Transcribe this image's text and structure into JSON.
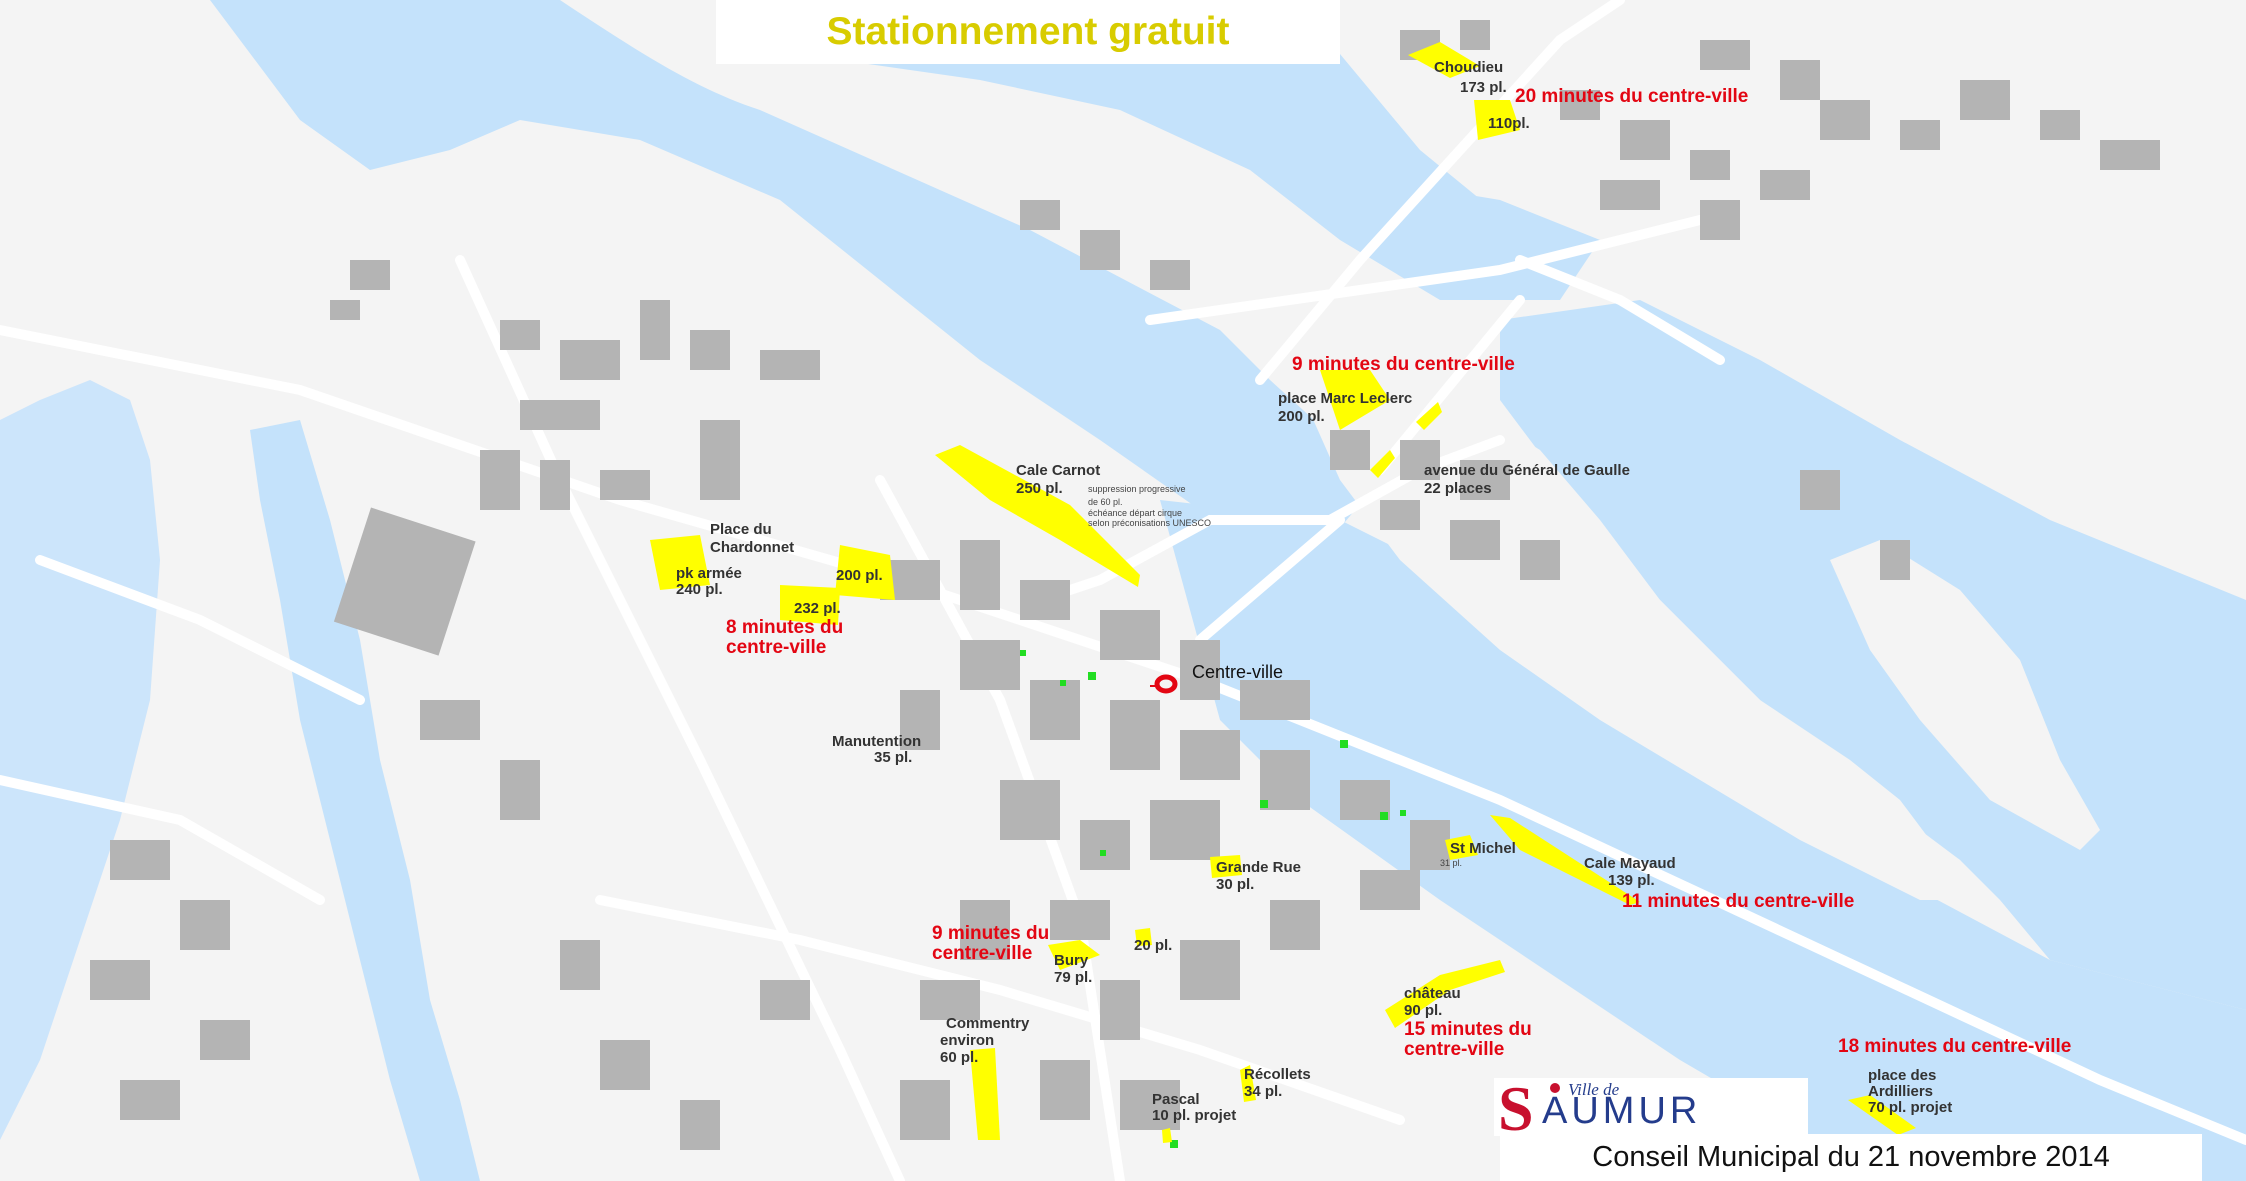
{
  "title": "Stationnement gratuit",
  "footer": "Conseil Municipal du 21 novembre 2014",
  "logo": {
    "prefix": "Ville de",
    "name": "SAUMUR"
  },
  "city_center": {
    "label": "Centre-ville",
    "marker_icon": "city-center-marker-icon"
  },
  "parkings": {
    "choudieu": {
      "name": "Choudieu",
      "places_1": "173 pl.",
      "places_2": "110pl.",
      "distance": "20 minutes du centre-ville"
    },
    "marc_leclerc": {
      "name": "place Marc Leclerc",
      "places": "200 pl.",
      "distance": "9 minutes du centre-ville"
    },
    "general_de_gaulle": {
      "name": "avenue du Général de Gaulle",
      "places": "22 places"
    },
    "cale_carnot": {
      "name": "Cale Carnot",
      "places": "250 pl.",
      "note_1": "suppression progressive",
      "note_2": "de 60 pl.",
      "note_3": "échéance départ cirque",
      "note_4": "selon préconisations UNESCO"
    },
    "chardonnet": {
      "name_1": "Place du",
      "name_2": "Chardonnet",
      "armee_1": "pk armée",
      "armee_2": "240 pl.",
      "places_a": "200 pl.",
      "places_b": "232 pl.",
      "distance_1": "8 minutes du",
      "distance_2": "centre-ville"
    },
    "manutention": {
      "name": "Manutention",
      "places": "35 pl."
    },
    "grande_rue": {
      "name": "Grande Rue",
      "places": "30 pl."
    },
    "st_michel": {
      "name": "St Michel",
      "places": "31 pl."
    },
    "cale_mayaud": {
      "name": "Cale Mayaud",
      "places": "139 pl.",
      "distance": "11 minutes du centre-ville"
    },
    "bury": {
      "name": "Bury",
      "places": "79 pl.",
      "distance_1": "9 minutes du",
      "distance_2": "centre-ville"
    },
    "twenty": {
      "places": "20 pl."
    },
    "chateau": {
      "name": "château",
      "places": "90 pl.",
      "distance_1": "15 minutes du",
      "distance_2": "centre-ville"
    },
    "commentry": {
      "name_1": "Commentry",
      "name_2": "environ",
      "places": "60 pl."
    },
    "recollets": {
      "name": "Récollets",
      "places": "34 pl."
    },
    "pascal": {
      "name": "Pascal",
      "places": "10 pl. projet"
    },
    "ardilliers": {
      "name_1": "place des",
      "name_2": "Ardilliers",
      "places": "70 pl.   projet",
      "distance": "18 minutes du centre-ville"
    }
  },
  "colors": {
    "water": "#c4e2fb",
    "land": "#f4f4f4",
    "road": "#ffffff",
    "building": "#b4b4b4",
    "parking": "#ffff00",
    "distance_text": "#e30613",
    "title": "#d8cc00",
    "park_green": "#22dd22"
  }
}
